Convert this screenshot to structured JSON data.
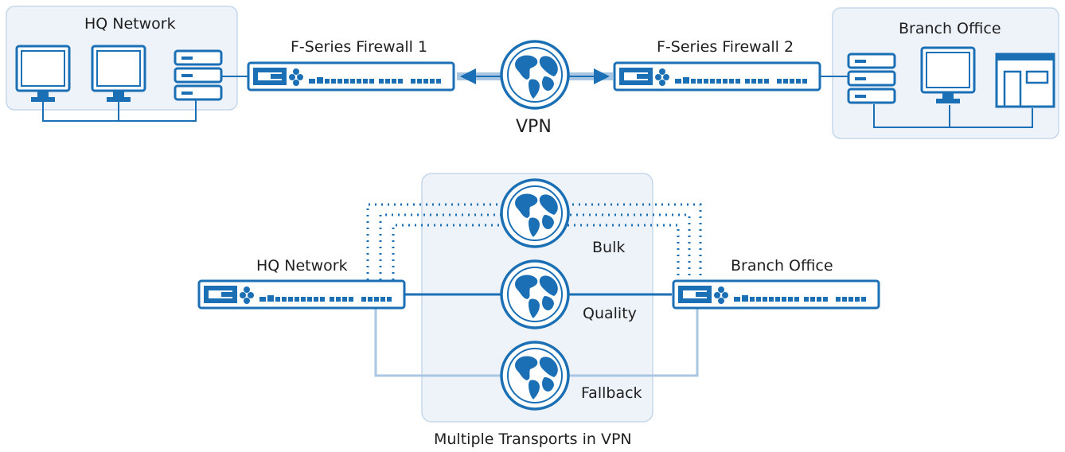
{
  "top": {
    "hq_label": "HQ Network",
    "firewall1_label": "F-Series Firewall 1",
    "vpn_label": "VPN",
    "firewall2_label": "F-Series Firewall 2",
    "branch_label": "Branch Office"
  },
  "bottom": {
    "hq_label": "HQ Network",
    "branch_label": "Branch Office",
    "transports": [
      {
        "label": "Bulk",
        "style": "dotted"
      },
      {
        "label": "Quality",
        "style": "solid"
      },
      {
        "label": "Fallback",
        "style": "light"
      }
    ],
    "caption": "Multiple Transports in VPN"
  },
  "colors": {
    "primary": "#1b6fb5",
    "light_line": "#a9c6e2",
    "panel_fill": "#eef3f9",
    "panel_stroke": "#c5d7ea"
  },
  "icons": [
    "monitor-icon",
    "server-stack-icon",
    "firewall-appliance-icon",
    "globe-icon",
    "building-icon"
  ]
}
